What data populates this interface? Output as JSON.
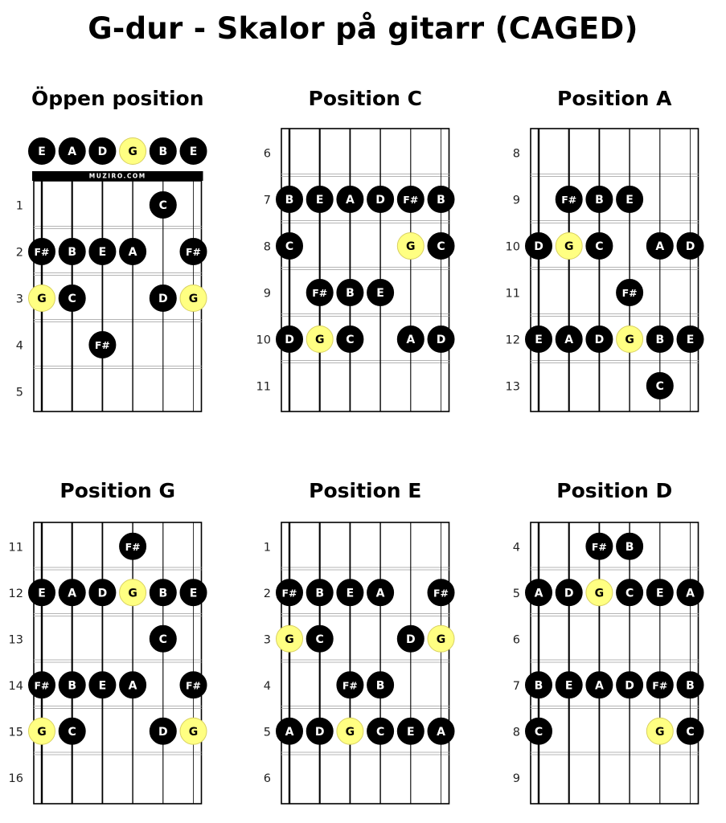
{
  "title": "G-dur - Skalor på gitarr (CAGED)",
  "brand": "MUZIRO.COM",
  "colors": {
    "note": "#000000",
    "root": "#ffff82",
    "root_border": "#d8d060"
  },
  "diagrams": [
    {
      "title": "Öppen position",
      "open_strings": [
        "E",
        "A",
        "D",
        "G",
        "B",
        "E"
      ],
      "open_roots": [
        3
      ],
      "fret_labels": [
        "1",
        "2",
        "3",
        "4",
        "5"
      ],
      "rows": [
        [
          "",
          "",
          "",
          "",
          "C",
          ""
        ],
        [
          "F#",
          "B",
          "E",
          "A",
          "",
          "F#"
        ],
        [
          "G",
          "C",
          "",
          "",
          "D",
          "G"
        ],
        [
          "",
          "",
          "F#",
          "",
          "",
          ""
        ],
        [
          "",
          "",
          "",
          "",
          "",
          ""
        ]
      ],
      "roots": [
        [
          2,
          0
        ],
        [
          2,
          5
        ]
      ]
    },
    {
      "title": "Position C",
      "fret_labels": [
        "6",
        "7",
        "8",
        "9",
        "10",
        "11"
      ],
      "rows": [
        [
          "",
          "",
          "",
          "",
          "",
          ""
        ],
        [
          "B",
          "E",
          "A",
          "D",
          "F#",
          "B"
        ],
        [
          "C",
          "",
          "",
          "",
          "G",
          "C"
        ],
        [
          "",
          "F#",
          "B",
          "E",
          "",
          ""
        ],
        [
          "D",
          "G",
          "C",
          "",
          "A",
          "D"
        ],
        [
          "",
          "",
          "",
          "",
          "",
          ""
        ]
      ],
      "roots": [
        [
          2,
          4
        ],
        [
          4,
          1
        ]
      ]
    },
    {
      "title": "Position A",
      "fret_labels": [
        "8",
        "9",
        "10",
        "11",
        "12",
        "13"
      ],
      "rows": [
        [
          "",
          "",
          "",
          "",
          "",
          ""
        ],
        [
          "",
          "F#",
          "B",
          "E",
          "",
          ""
        ],
        [
          "D",
          "G",
          "C",
          "",
          "A",
          "D"
        ],
        [
          "",
          "",
          "",
          "F#",
          "",
          ""
        ],
        [
          "E",
          "A",
          "D",
          "G",
          "B",
          "E"
        ],
        [
          "",
          "",
          "",
          "",
          "C",
          ""
        ]
      ],
      "roots": [
        [
          2,
          1
        ],
        [
          4,
          3
        ]
      ]
    },
    {
      "title": "Position G",
      "fret_labels": [
        "11",
        "12",
        "13",
        "14",
        "15",
        "16"
      ],
      "rows": [
        [
          "",
          "",
          "",
          "F#",
          "",
          ""
        ],
        [
          "E",
          "A",
          "D",
          "G",
          "B",
          "E"
        ],
        [
          "",
          "",
          "",
          "",
          "C",
          ""
        ],
        [
          "F#",
          "B",
          "E",
          "A",
          "",
          "F#"
        ],
        [
          "G",
          "C",
          "",
          "",
          "D",
          "G"
        ],
        [
          "",
          "",
          "",
          "",
          "",
          ""
        ]
      ],
      "roots": [
        [
          1,
          3
        ],
        [
          4,
          0
        ],
        [
          4,
          5
        ]
      ]
    },
    {
      "title": "Position E",
      "fret_labels": [
        "1",
        "2",
        "3",
        "4",
        "5",
        "6"
      ],
      "rows": [
        [
          "",
          "",
          "",
          "",
          "",
          ""
        ],
        [
          "F#",
          "B",
          "E",
          "A",
          "",
          "F#"
        ],
        [
          "G",
          "C",
          "",
          "",
          "D",
          "G"
        ],
        [
          "",
          "",
          "F#",
          "B",
          "",
          ""
        ],
        [
          "A",
          "D",
          "G",
          "C",
          "E",
          "A"
        ],
        [
          "",
          "",
          "",
          "",
          "",
          ""
        ]
      ],
      "roots": [
        [
          2,
          0
        ],
        [
          2,
          5
        ],
        [
          4,
          2
        ]
      ]
    },
    {
      "title": "Position D",
      "fret_labels": [
        "4",
        "5",
        "6",
        "7",
        "8",
        "9"
      ],
      "rows": [
        [
          "",
          "",
          "F#",
          "B",
          "",
          ""
        ],
        [
          "A",
          "D",
          "G",
          "C",
          "E",
          "A"
        ],
        [
          "",
          "",
          "",
          "",
          "",
          ""
        ],
        [
          "B",
          "E",
          "A",
          "D",
          "F#",
          "B"
        ],
        [
          "C",
          "",
          "",
          "",
          "G",
          "C"
        ],
        [
          "",
          "",
          "",
          "",
          "",
          ""
        ]
      ],
      "roots": [
        [
          1,
          2
        ],
        [
          4,
          4
        ]
      ]
    }
  ]
}
